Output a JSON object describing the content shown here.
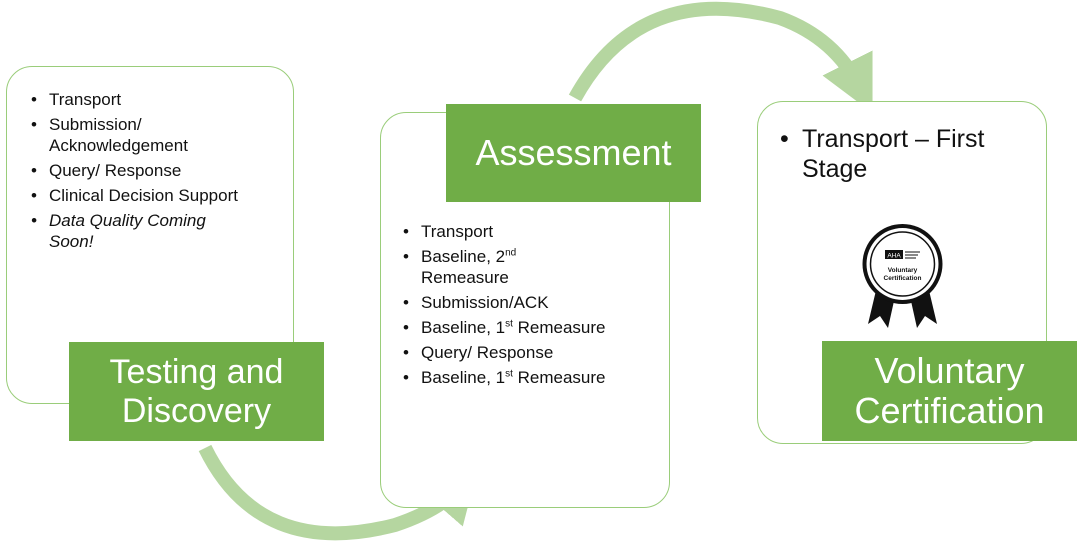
{
  "testing": {
    "label_line1": "Testing and",
    "label_line2": "Discovery",
    "items": [
      "Transport",
      "Submission/",
      "Acknowledgement",
      "Query/ Response",
      "Clinical Decision Support",
      "Data Quality Coming",
      "Soon!"
    ]
  },
  "assessment": {
    "label": "Assessment",
    "transport": "Transport",
    "transport_sub_a": "Baseline, 2",
    "transport_sub_sup": "nd",
    "transport_sub_b": "Remeasure",
    "submission": "Submission/ACK",
    "submission_sub_a": "Baseline, 1",
    "submission_sub_sup": "st",
    "submission_sub_b": " Remeasure",
    "query": "Query/ Response",
    "query_sub_a": "Baseline, 1",
    "query_sub_sup": "st",
    "query_sub_b": " Remeasure"
  },
  "certification": {
    "label_line1": "Voluntary",
    "label_line2": "Certification",
    "item_line1": "Transport – First",
    "item_line2": "Stage",
    "badge_logo": "AHA",
    "badge_text_1": "Voluntary",
    "badge_text_2": "Certification"
  },
  "colors": {
    "label_green": "#70ad47",
    "border_green": "#9acd7a",
    "arrow_green": "#b5d6a0"
  }
}
